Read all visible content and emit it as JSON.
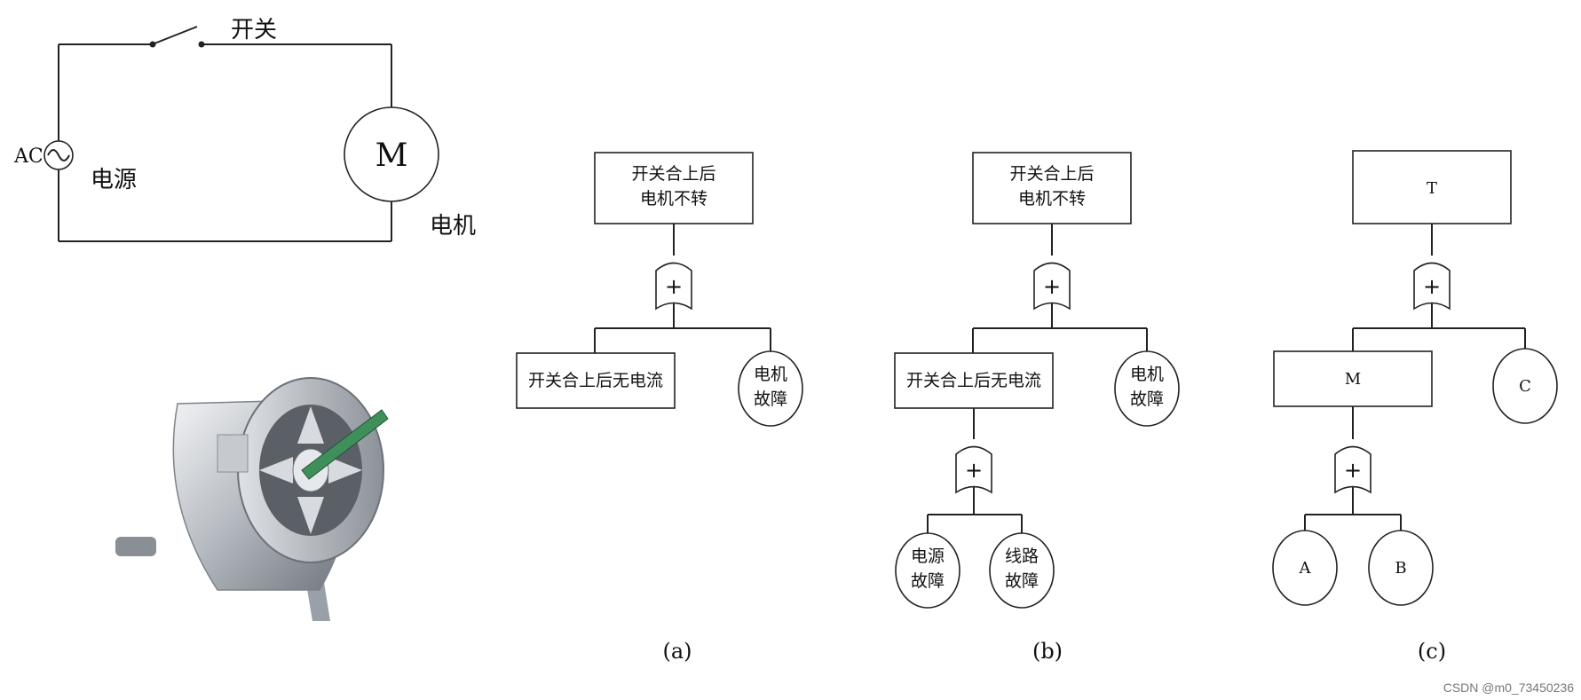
{
  "circuit": {
    "switch_label": "开关",
    "source_label": "AC",
    "power_label": "电源",
    "motor_symbol": "M",
    "motor_label": "电机"
  },
  "tree_a": {
    "top": [
      "开关合上后",
      "电机不转"
    ],
    "gate": "+",
    "left_event": "开关合上后无电流",
    "right_event": [
      "电机",
      "故障"
    ],
    "caption": "(a)"
  },
  "tree_b": {
    "top": [
      "开关合上后",
      "电机不转"
    ],
    "gate": "+",
    "left_event": "开关合上后无电流",
    "right_event": [
      "电机",
      "故障"
    ],
    "sub_gate": "+",
    "sub_left": [
      "电源",
      "故障"
    ],
    "sub_right": [
      "线路",
      "故障"
    ],
    "caption": "(b)"
  },
  "tree_c": {
    "top": "T",
    "gate": "+",
    "left_event": "M",
    "right_event": "C",
    "sub_gate": "+",
    "sub_left": "A",
    "sub_right": "B",
    "caption": "(c)"
  },
  "watermark": "CSDN @m0_73450236"
}
